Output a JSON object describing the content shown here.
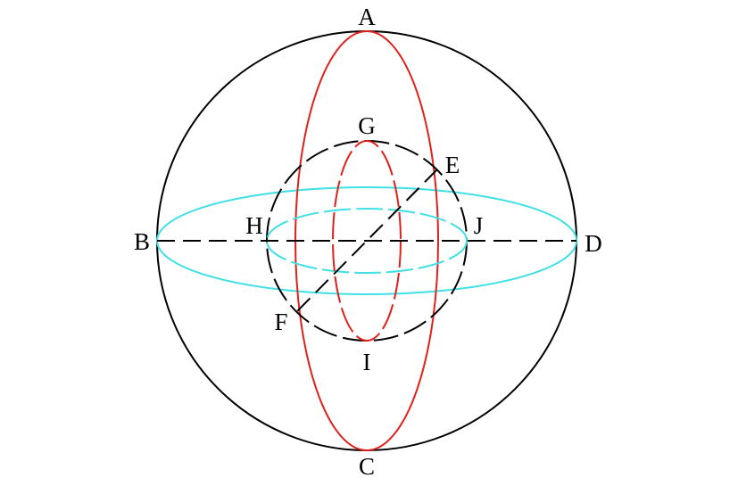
{
  "labels": {
    "A": "A",
    "B": "B",
    "C": "C",
    "D": "D",
    "E": "E",
    "F": "F",
    "G": "G",
    "H": "H",
    "I": "I",
    "J": "J"
  },
  "colors": {
    "outline": "#000000",
    "meridian": "#e0201b",
    "equator": "#3ee0e6",
    "background": "#ffffff"
  }
}
